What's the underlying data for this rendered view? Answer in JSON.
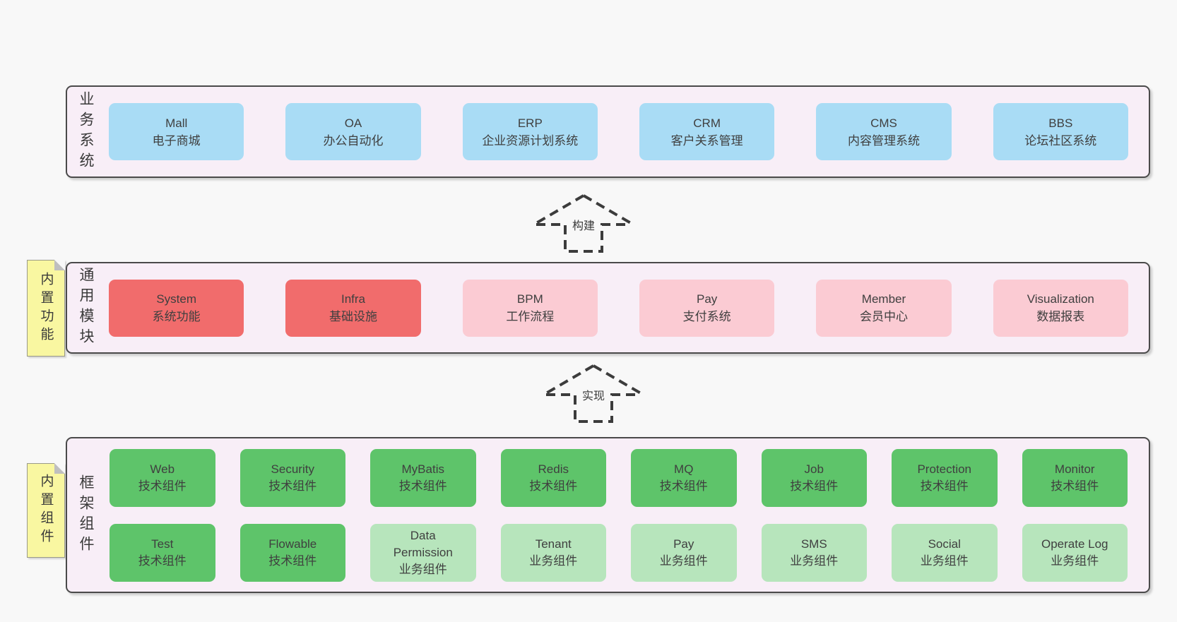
{
  "colors": {
    "blue": "#a9dcf5",
    "red": "#f16c6c",
    "pink": "#fbcbd3",
    "green": "#5ec46a",
    "lightgreen": "#b7e5bc",
    "container_bg": "#f8eef7",
    "tab_bg": "#f9f7a1",
    "page_bg": "#f8f8f8",
    "line": "#3c3c3c"
  },
  "layers": [
    {
      "id": "business-systems",
      "label": "业务系统",
      "tab": null,
      "boxes": [
        {
          "name": "Mall",
          "desc": "电子商城",
          "type": "blue"
        },
        {
          "name": "OA",
          "desc": "办公自动化",
          "type": "blue"
        },
        {
          "name": "ERP",
          "desc": "企业资源计划系统",
          "type": "blue"
        },
        {
          "name": "CRM",
          "desc": "客户关系管理",
          "type": "blue"
        },
        {
          "name": "CMS",
          "desc": "内容管理系统",
          "type": "blue"
        },
        {
          "name": "BBS",
          "desc": "论坛社区系统",
          "type": "blue"
        }
      ]
    },
    {
      "id": "common-modules",
      "label": "通用模块",
      "tab": "内置功能",
      "boxes": [
        {
          "name": "System",
          "desc": "系统功能",
          "type": "red"
        },
        {
          "name": "Infra",
          "desc": "基础设施",
          "type": "red"
        },
        {
          "name": "BPM",
          "desc": "工作流程",
          "type": "pink"
        },
        {
          "name": "Pay",
          "desc": "支付系统",
          "type": "pink"
        },
        {
          "name": "Member",
          "desc": "会员中心",
          "type": "pink"
        },
        {
          "name": "Visualization",
          "desc": "数据报表",
          "type": "pink"
        }
      ]
    },
    {
      "id": "framework-components",
      "label": "框架组件",
      "tab": "内置组件",
      "rows": [
        [
          {
            "name": "Web",
            "desc": "技术组件",
            "type": "green"
          },
          {
            "name": "Security",
            "desc": "技术组件",
            "type": "green"
          },
          {
            "name": "MyBatis",
            "desc": "技术组件",
            "type": "green"
          },
          {
            "name": "Redis",
            "desc": "技术组件",
            "type": "green"
          },
          {
            "name": "MQ",
            "desc": "技术组件",
            "type": "green"
          },
          {
            "name": "Job",
            "desc": "技术组件",
            "type": "green"
          },
          {
            "name": "Protection",
            "desc": "技术组件",
            "type": "green"
          },
          {
            "name": "Monitor",
            "desc": "技术组件",
            "type": "green"
          }
        ],
        [
          {
            "name": "Test",
            "desc": "技术组件",
            "type": "green"
          },
          {
            "name": "Flowable",
            "desc": "技术组件",
            "type": "green"
          },
          {
            "name": "Data Permission",
            "desc": "业务组件",
            "type": "lightgreen"
          },
          {
            "name": "Tenant",
            "desc": "业务组件",
            "type": "lightgreen"
          },
          {
            "name": "Pay",
            "desc": "业务组件",
            "type": "lightgreen"
          },
          {
            "name": "SMS",
            "desc": "业务组件",
            "type": "lightgreen"
          },
          {
            "name": "Social",
            "desc": "业务组件",
            "type": "lightgreen"
          },
          {
            "name": "Operate Log",
            "desc": "业务组件",
            "type": "lightgreen"
          }
        ]
      ]
    }
  ],
  "arrows": [
    {
      "label": "构建"
    },
    {
      "label": "实现"
    }
  ]
}
